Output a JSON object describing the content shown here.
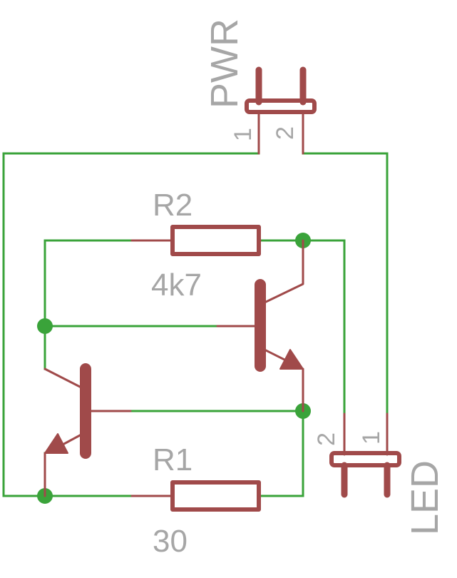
{
  "schematic": {
    "parts": {
      "pwr": {
        "name": "PWR",
        "pin1": "1",
        "pin2": "2"
      },
      "led": {
        "name": "LED",
        "pin1": "1",
        "pin2": "2"
      },
      "r2": {
        "name": "R2",
        "value": "4k7"
      },
      "r1": {
        "name": "R1",
        "value": "30"
      }
    },
    "colors": {
      "wire": "#3aa33a",
      "junction": "#3aa33a",
      "component": "#a04a4a",
      "label": "#a6a6a6",
      "background": "#ffffff"
    }
  }
}
